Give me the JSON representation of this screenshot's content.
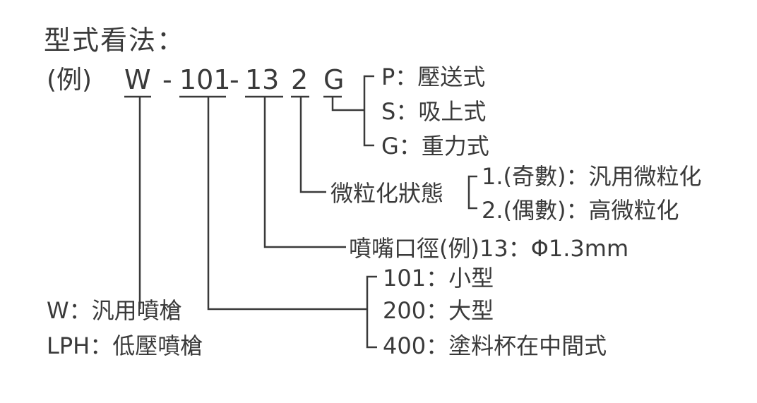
{
  "title": "型式看法：",
  "example_prefix": "(例)",
  "model_code": {
    "w": "W",
    "dash1": "-",
    "size": "101",
    "dash2": "-",
    "nozzle": "13",
    "particle": "2",
    "feed": "G"
  },
  "feed_types": [
    "P：壓送式",
    "S：吸上式",
    "G：重力式"
  ],
  "particle_state": {
    "label": "微粒化狀態",
    "options": [
      "1.(奇數)：汎用微粒化",
      "2.(偶數)：高微粒化"
    ]
  },
  "nozzle_caliber": "噴嘴口徑(例)13：Φ1.3mm",
  "sizes": [
    "101：小型",
    "200：大型",
    "400：塗料杯在中間式"
  ],
  "gun_types": [
    "W：汎用噴槍",
    "LPH：低壓噴槍"
  ]
}
